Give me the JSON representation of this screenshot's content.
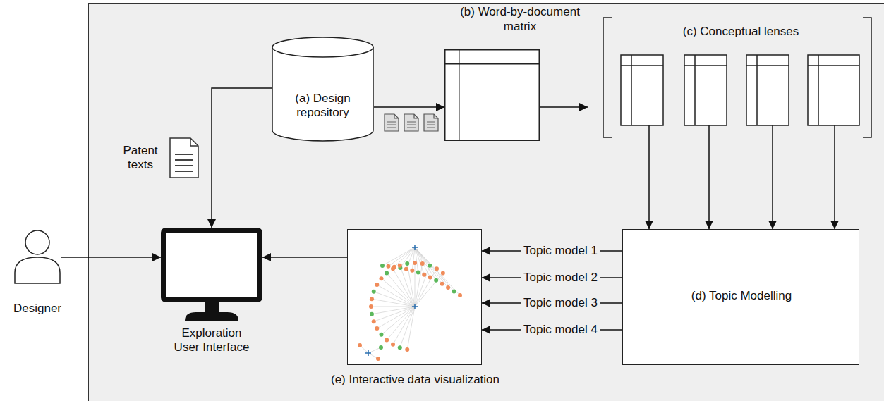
{
  "diagram": {
    "nodes": [
      {
        "text": [
          "(a) Design repository"
        ]
      },
      {
        "text": [
          "(b) Word-by-document matrix"
        ]
      },
      {
        "text": [
          "(c) Conceptual lenses"
        ]
      },
      {
        "text": [
          "Patent texts"
        ]
      },
      {
        "text": [
          "Designer"
        ]
      },
      {
        "text": [
          "Exploration User Interface"
        ]
      },
      {
        "text": [
          "(e) Interactive data visualization"
        ]
      },
      {
        "text": [
          "(d) Topic Modelling"
        ]
      }
    ],
    "edges": [
      {
        "from": 0,
        "to": 1,
        "arrow": "to"
      },
      {
        "from": 1,
        "to": 2,
        "arrow": "to"
      },
      {
        "from": 2,
        "to": 7,
        "arrow": "to"
      },
      {
        "from": 2,
        "to": 7,
        "arrow": "to"
      },
      {
        "from": 2,
        "to": 7,
        "arrow": "to"
      },
      {
        "from": 2,
        "to": 7,
        "arrow": "to"
      },
      {
        "from": 7,
        "to": 6,
        "label": "Topic model 1",
        "arrow": "to"
      },
      {
        "from": 7,
        "to": 6,
        "label": "Topic model 2",
        "arrow": "to"
      },
      {
        "from": 7,
        "to": 6,
        "label": "Topic model 3",
        "arrow": "to"
      },
      {
        "from": 7,
        "to": 6,
        "label": "Topic model 4",
        "arrow": "to"
      },
      {
        "from": 6,
        "to": 5,
        "arrow": "to"
      },
      {
        "from": 4,
        "to": 5,
        "arrow": "to"
      },
      {
        "from": 0,
        "to": 5,
        "arrow": "to"
      }
    ]
  }
}
